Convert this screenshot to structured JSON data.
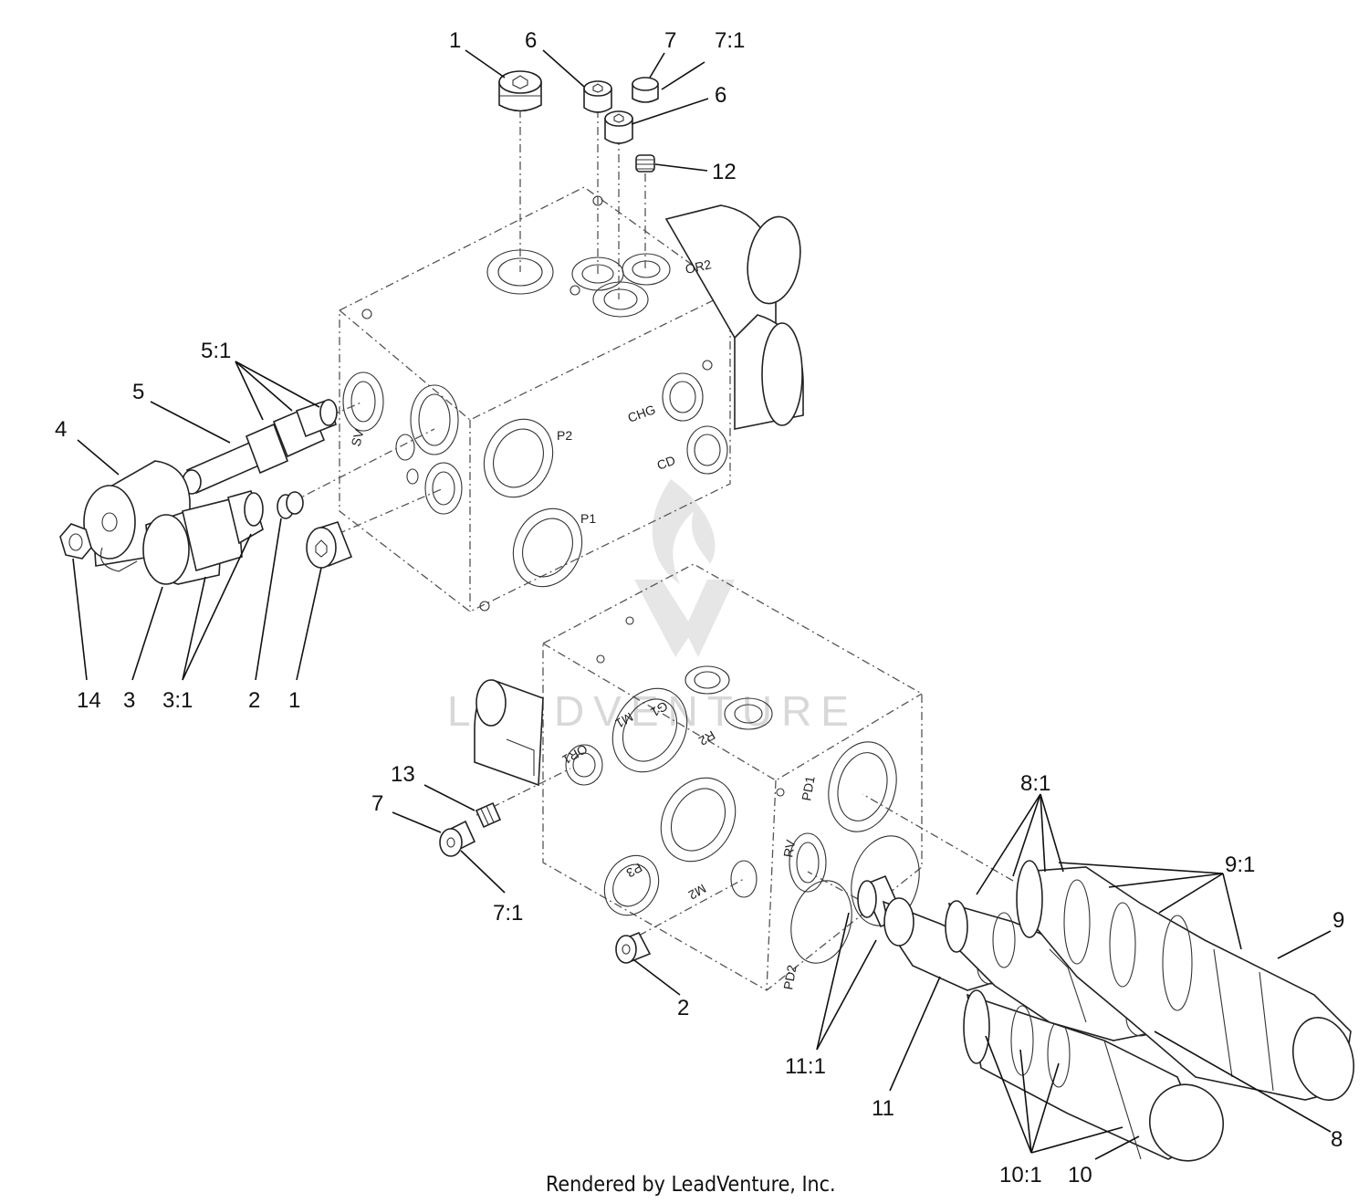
{
  "diagram": {
    "callouts": [
      "1",
      "6",
      "7",
      "7:1",
      "6",
      "12",
      "5:1",
      "5",
      "4",
      "14",
      "3",
      "3:1",
      "2",
      "1",
      "13",
      "7",
      "7:1",
      "2",
      "8:1",
      "9:1",
      "9",
      "11:1",
      "11",
      "8",
      "10:1",
      "10"
    ],
    "port_labels": [
      "OR2",
      "SV",
      "CHG",
      "P2",
      "CD",
      "P1",
      "G1",
      "R2",
      "M1",
      "OR1",
      "PD1",
      "RV",
      "P3",
      "M2",
      "PD2"
    ],
    "watermark": "LEADVENTURE",
    "footer": "Rendered by LeadVenture, Inc."
  }
}
